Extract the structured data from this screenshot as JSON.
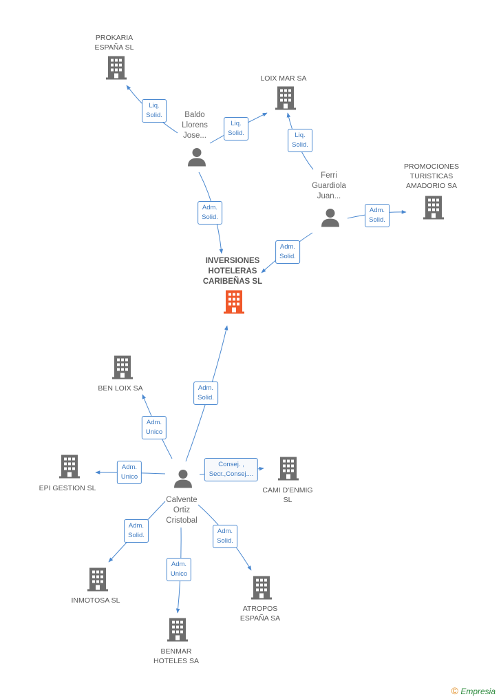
{
  "colors": {
    "edge": "#4a88d0",
    "building": "#6e6e6e",
    "main_building": "#f0582a",
    "person": "#6e6e6e"
  },
  "nodes": {
    "main": {
      "label": "INVERSIONES\nHOTELERAS\nCARIBEÑAS SL",
      "icon": "building-icon"
    },
    "prokaria": {
      "label": "PROKARIA\nESPAÑA  SL",
      "icon": "building-icon"
    },
    "loix_mar": {
      "label": "LOIX MAR SA",
      "icon": "building-icon"
    },
    "promociones": {
      "label": "PROMOCIONES\nTURISTICAS\nAMADORIO SA",
      "icon": "building-icon"
    },
    "baldo": {
      "label": "Baldo\nLlorens\nJose...",
      "icon": "person-icon"
    },
    "ferri": {
      "label": "Ferri\nGuardiola\nJuan...",
      "icon": "person-icon"
    },
    "calvente": {
      "label": "Calvente\nOrtiz\nCristobal",
      "icon": "person-icon"
    },
    "ben_loix": {
      "label": "BEN LOIX SA",
      "icon": "building-icon"
    },
    "epi_gestion": {
      "label": "EPI GESTION SL",
      "icon": "building-icon"
    },
    "cami": {
      "label": "CAMI D'ENMIG\nSL",
      "icon": "building-icon"
    },
    "inmotosa": {
      "label": "INMOTOSA SL",
      "icon": "building-icon"
    },
    "benmar": {
      "label": "BENMAR\nHOTELES SA",
      "icon": "building-icon"
    },
    "atropos": {
      "label": "ATROPOS\nESPAÑA SA",
      "icon": "building-icon"
    }
  },
  "edges": {
    "baldo_prokaria": "Liq.\nSolid.",
    "baldo_loix": "Liq.\nSolid.",
    "ferri_loix": "Liq.\nSolid.",
    "baldo_main": "Adm.\nSolid.",
    "ferri_main": "Adm.\nSolid.",
    "ferri_promociones": "Adm.\nSolid.",
    "calvente_main": "Adm.\nSolid.",
    "calvente_benloix": "Adm.\nUnico",
    "calvente_epi": "Adm.\nUnico",
    "calvente_cami": "Consej. ,\nSecr.,Consej....",
    "calvente_inmotosa": "Adm.\nSolid.",
    "calvente_benmar": "Adm.\nUnico",
    "calvente_atropos": "Adm.\nSolid."
  },
  "footer": {
    "copyright": "©",
    "brand": "Empresia"
  }
}
